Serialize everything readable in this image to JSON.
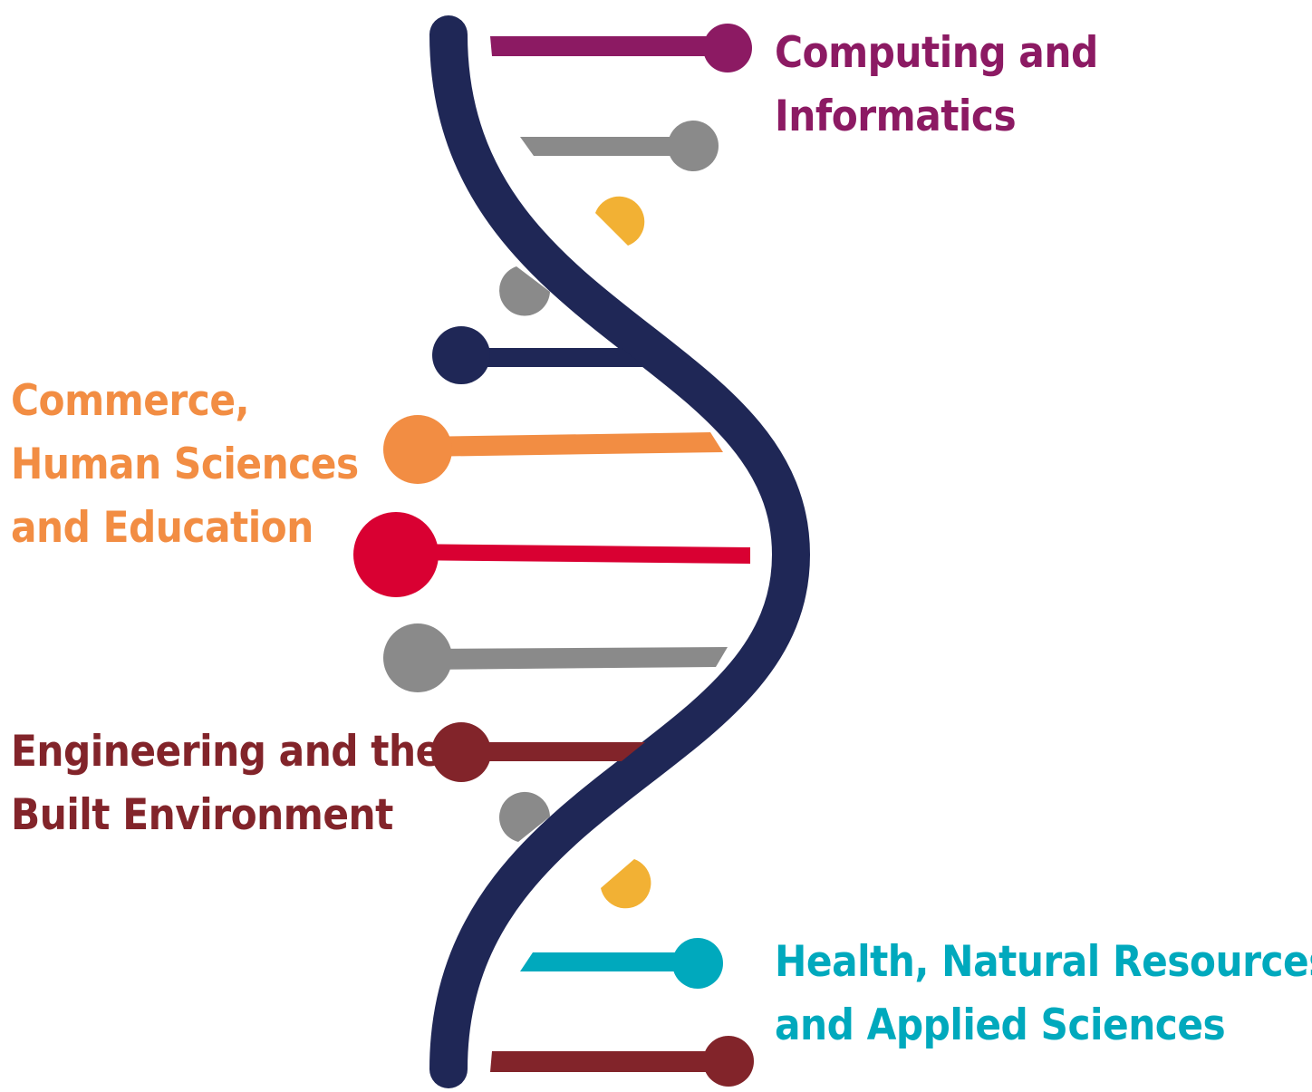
{
  "colors": {
    "navy": "#1f2756",
    "purple": "#8c1a63",
    "grey": "#8a8a8a",
    "gold": "#f2b134",
    "orange": "#f28d43",
    "red": "#d90032",
    "maroon": "#82242a",
    "teal": "#00a9bd"
  },
  "labels": {
    "computing": {
      "lines": [
        "Computing and",
        "Informatics"
      ],
      "color": "#8c1a63"
    },
    "commerce": {
      "lines": [
        "Commerce,",
        "Human Sciences",
        "and Education"
      ],
      "color": "#f28d43"
    },
    "engineering": {
      "lines": [
        "Engineering and the",
        "Built Environment"
      ],
      "color": "#82242a"
    },
    "health": {
      "lines": [
        "Health, Natural Resources",
        "and Applied Sciences"
      ],
      "color": "#00a9bd"
    }
  }
}
